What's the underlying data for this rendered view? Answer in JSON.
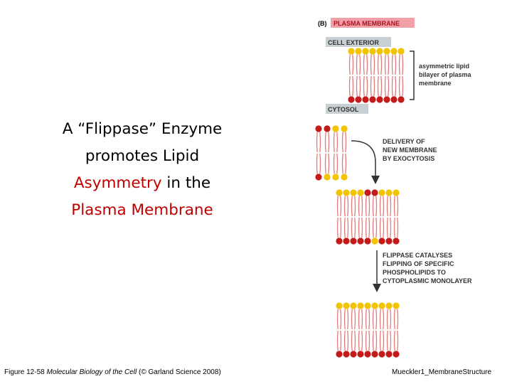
{
  "title": {
    "line1": "A “Flippase” Enzyme",
    "line2": "promotes Lipid",
    "line3_red": "Asymmetry",
    "line3_rest": " in the",
    "line4": "Plasma Membrane"
  },
  "figure": {
    "panel_letter": "(B)",
    "panel_title": "PLASMA MEMBRANE",
    "cell_exterior_label": "CELL EXTERIOR",
    "cytosol_label": "CYTOSOL",
    "bracket_text": [
      "asymmetric lipid",
      "bilayer of plasma",
      "membrane"
    ],
    "step1_text": [
      "DELIVERY OF",
      "NEW MEMBRANE",
      "BY EXOCYTOSIS"
    ],
    "step2_text": [
      "FLIPPASE CATALYSES",
      "FLIPPING OF SPECIFIC",
      "PHOSPHOLIPIDS TO",
      "CYTOPLASMIC MONOLAYER"
    ],
    "colors": {
      "red_head": "#c41a1a",
      "yellow_head": "#f2c400",
      "tail": "#e47a7a",
      "label_box": "#c8d0d3",
      "title_box": "#f2a0a8",
      "arrow": "#333333"
    },
    "membranes": {
      "top": {
        "top_leaflet": "yyyyyyyy",
        "bottom_leaflet": "rrrrrrrr"
      },
      "vesicle": {
        "top_leaflet": "rryy",
        "bottom_leaflet": "ryyy"
      },
      "fused": {
        "top_leaflet": "yyyyrryyy",
        "bottom_leaflet": "rrrrryrrr"
      },
      "final": {
        "top_leaflet": "yyyyyyyyy",
        "bottom_leaflet": "rrrrrrrrr"
      }
    }
  },
  "caption": {
    "prefix": "Figure 12-58 ",
    "italic": "Molecular Biology of the Cell",
    "suffix": " (© Garland Science 2008)"
  },
  "footer_right": "Mueckler1_MembraneStructure"
}
